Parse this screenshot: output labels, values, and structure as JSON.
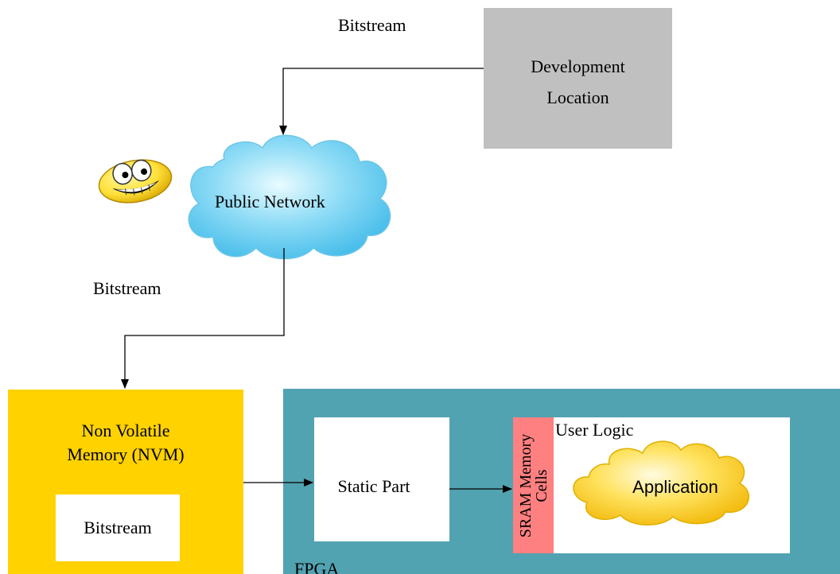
{
  "labels": {
    "bitstream_top": "Bitstream",
    "bitstream_left": "Bitstream",
    "dev_location_line1": "Development",
    "dev_location_line2": "Location",
    "public_network": "Public Network",
    "nvm_line1": "Non Volatile",
    "nvm_line2": "Memory (NVM)",
    "nvm_bitstream": "Bitstream",
    "static_part": "Static Part",
    "sram_line1": "SRAM Memory",
    "sram_line2": "Cells",
    "user_logic": "User Logic",
    "application": "Application",
    "fpga": "FPGA"
  },
  "colors": {
    "dev_location": "#c0c0c0",
    "nvm": "#ffd200",
    "fpga": "#52a3b1",
    "sram": "#ff8080",
    "cloud_network": "#7fd3f3",
    "cloud_application": "#ffd84a",
    "smiley": "#ffe13a"
  },
  "icons": {
    "smiley": "grinning-smiley-icon",
    "network": "cloud-icon",
    "application": "cloud-icon"
  }
}
